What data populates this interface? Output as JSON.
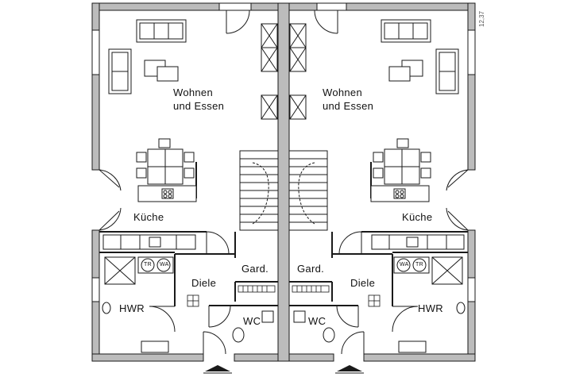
{
  "labels": {
    "wohnen_line1": "Wohnen",
    "wohnen_line2": "und  Essen",
    "kueche": "Küche",
    "garderobe": "Gard.",
    "diele": "Diele",
    "wc": "WC",
    "hwr": "HWR",
    "tr": "TR",
    "wa": "WA"
  },
  "dimension": "12,37",
  "colors": {
    "wall": "#bcbcbc",
    "line": "#1a1a1a",
    "background": "#ffffff"
  }
}
